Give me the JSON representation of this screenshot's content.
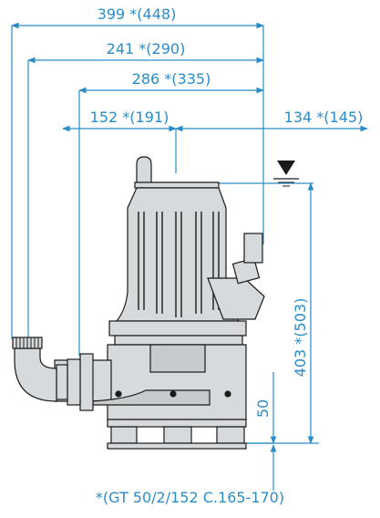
{
  "dimensions": {
    "overall_width": "399 *(448)",
    "outlet_offset": "241 *(290)",
    "flange_offset": "286 *(335)",
    "left_half": "152 *(191)",
    "right_half": "134 *(145)",
    "height": "403 *(503)",
    "clearance": "50"
  },
  "footnote": "*(GT 50/2/152 C.165-170)",
  "colors": {
    "accent": "#2a8cc8",
    "line": "#1a1a1a",
    "fill": "#d7dadc"
  }
}
